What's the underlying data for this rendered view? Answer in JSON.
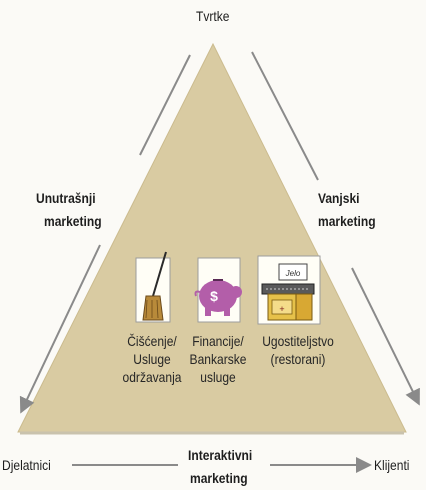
{
  "labels": {
    "top": "Tvrtke",
    "left_line1": "Unutrašnji",
    "left_line2": "marketing",
    "right_line1": "Vanjski",
    "right_line2": "marketing",
    "bottom_left": "Djelatnici",
    "bottom_center_line1": "Interaktivni",
    "bottom_center_line2": "marketing",
    "bottom_right": "Klijenti"
  },
  "services": [
    {
      "icon": "broom-icon",
      "line1": "Čišćenje/",
      "line2": "Usluge",
      "line3": "održavanja"
    },
    {
      "icon": "piggy-bank-icon",
      "line1": "Financije/",
      "line2": "Bankarske",
      "line3": "usluge"
    },
    {
      "icon": "restaurant-icon",
      "line1": "Ugostiteljstvo",
      "line2": "(restorani)",
      "line3": ""
    }
  ],
  "icon_text": {
    "dollar": "$",
    "menu": "Jelo"
  },
  "colors": {
    "triangle_fill": "#d9cba2",
    "piggy_bank": "#b35ea9",
    "arrow": "#8a8a8a",
    "restaurant_box": "#e6c14a"
  }
}
